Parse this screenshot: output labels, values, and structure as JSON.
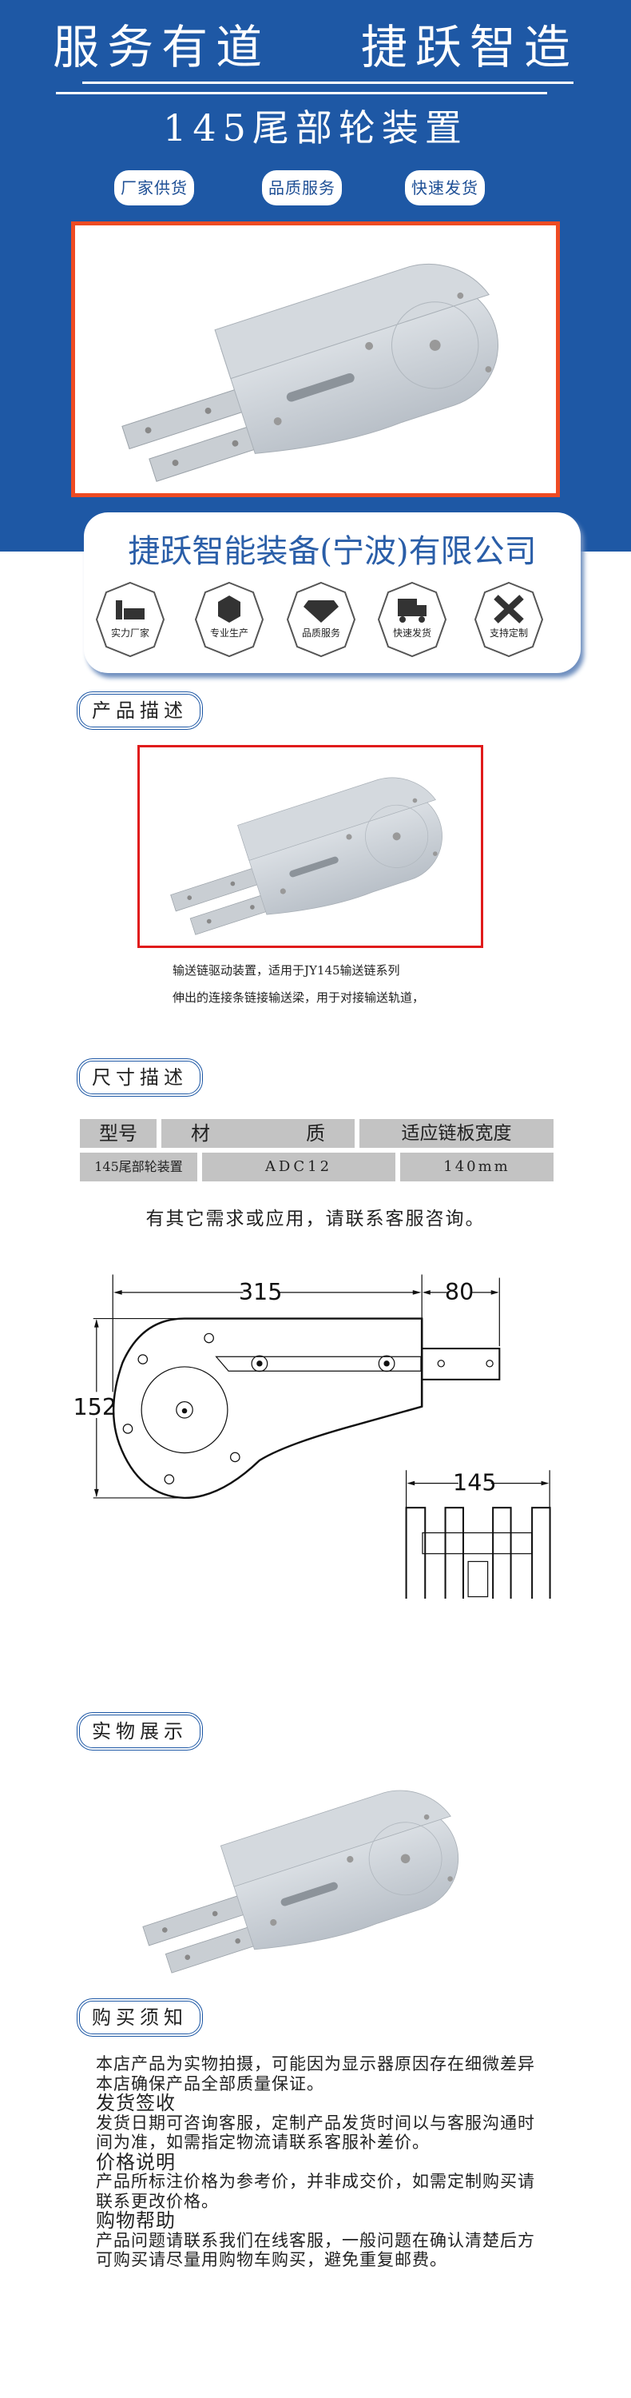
{
  "header": {
    "slogan": "服务有道    捷跃智造",
    "title": "145尾部轮装置",
    "pills": [
      "厂家供货",
      "品质服务",
      "快速发货"
    ]
  },
  "company": {
    "name": "捷跃智能装备(宁波)有限公司",
    "badges": [
      {
        "label": "实力厂家",
        "icon": "factory-icon"
      },
      {
        "label": "专业生产",
        "icon": "box-gear-icon"
      },
      {
        "label": "品质服务",
        "icon": "diamond-icon"
      },
      {
        "label": "快速发货",
        "icon": "truck-icon"
      },
      {
        "label": "支持定制",
        "icon": "ruler-pencil-icon"
      }
    ]
  },
  "sections": {
    "product_desc": "产品描述",
    "size_desc": "尺寸描述",
    "real_photo": "实物展示",
    "purchase": "购买须知"
  },
  "description": [
    "输送链驱动装置，适用于JY145输送链系列",
    "伸出的连接条链接输送梁，用于对接输送轨道，"
  ],
  "spec_table": {
    "headers": [
      "型号",
      "材　　　　　质",
      "适应链板宽度"
    ],
    "rows": [
      [
        "145尾部轮装置",
        "ADC12",
        "140mm"
      ]
    ]
  },
  "contact": "有其它需求或应用，请联系客服咨询。",
  "dimensions": {
    "length": "315",
    "extension": "80",
    "height": "152",
    "width": "145"
  },
  "notice": [
    "本店产品为实物拍摄，可能因为显示器原因存在细微差异本店确保产品全部质量保证。",
    "发货签收",
    "发货日期可咨询客服，定制产品发货时间以与客服沟通时间为准，如需指定物流请联系客服补差价。",
    "价格说明",
    "产品所标注价格为参考价，并非成交价，如需定制购买请联系更改价格。",
    "购物帮助",
    "产品问题请联系我们在线客服，一般问题在确认清楚后方可购买请尽量用购物车购买，避免重复邮费。"
  ],
  "colors": {
    "brand_blue": "#1e58a5",
    "accent_red": "#ee4b23"
  }
}
